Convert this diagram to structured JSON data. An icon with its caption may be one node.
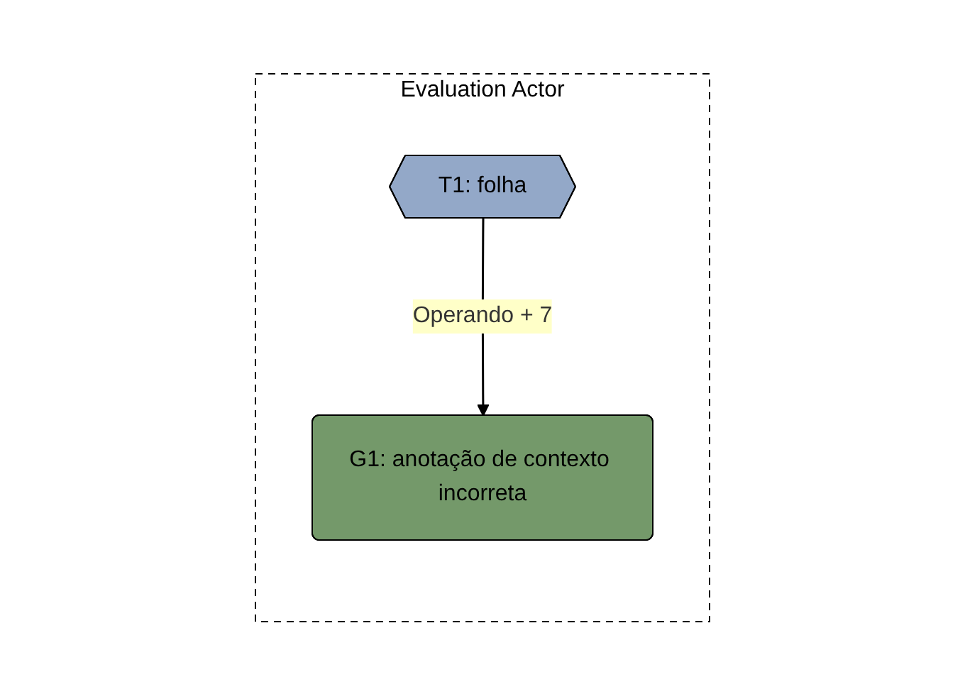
{
  "diagram": {
    "nodes": [
      {
        "text": [
          "Evaluation Actor"
        ]
      },
      {
        "text": [
          "G1: anotação de contexto incorreta"
        ],
        "in": 0
      },
      {
        "text": [
          "T1: folha"
        ],
        "in": 0
      }
    ],
    "edges": [
      {
        "from": 2,
        "to": 1,
        "arrow": "to",
        "label": "Operando + 7"
      }
    ]
  }
}
